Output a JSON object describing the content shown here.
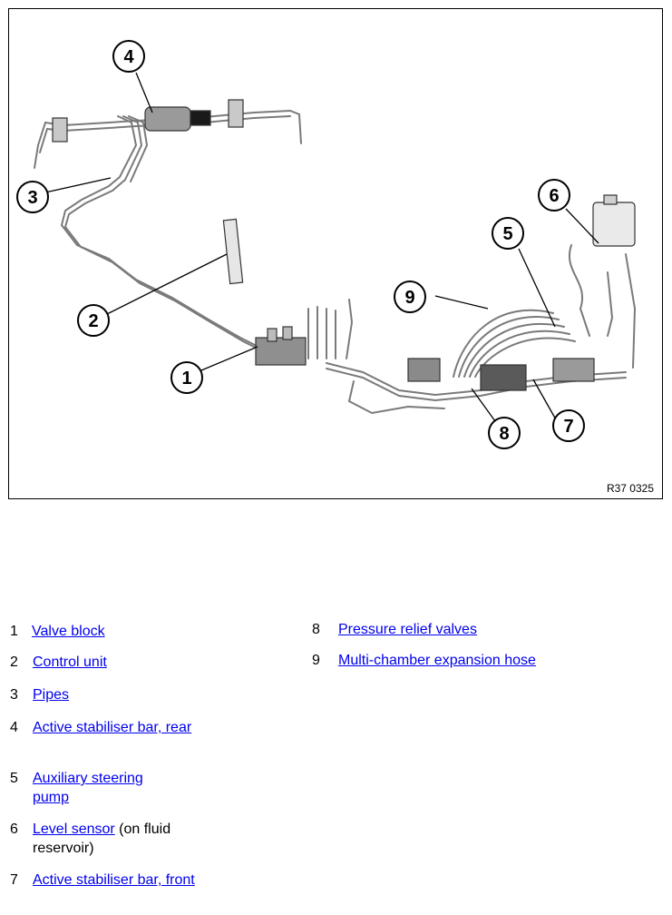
{
  "figure": {
    "code": "R37 0325",
    "callouts": [
      "1",
      "2",
      "3",
      "4",
      "5",
      "6",
      "7",
      "8",
      "9"
    ]
  },
  "legend": [
    {
      "num": "1",
      "link": "Valve block",
      "suffix": ""
    },
    {
      "num": "2",
      "link": "Control unit",
      "suffix": ""
    },
    {
      "num": "3",
      "link": "Pipes",
      "suffix": ""
    },
    {
      "num": "4",
      "link": "Active stabiliser bar, rear",
      "suffix": ""
    },
    {
      "num": "5",
      "link": "Auxiliary steering pump",
      "suffix": ""
    },
    {
      "num": "6",
      "link": "Level sensor",
      "suffix": " (on fluid reservoir)"
    },
    {
      "num": "7",
      "link": "Active stabiliser bar, front",
      "suffix": ""
    },
    {
      "num": "8",
      "link": "Pressure relief valves",
      "suffix": ""
    },
    {
      "num": "9",
      "link": "Multi-chamber expansion hose",
      "suffix": ""
    }
  ],
  "colors": {
    "link": "#0000ee",
    "line": "#222222",
    "part": "#8a8a8a"
  }
}
